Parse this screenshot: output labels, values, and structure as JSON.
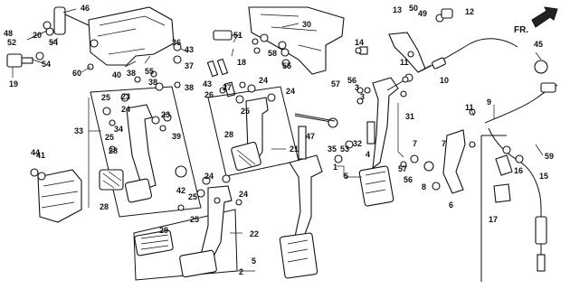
{
  "diagram": {
    "direction_label": "FR.",
    "callouts": {
      "c1": "1",
      "c2": "2",
      "c3": "3",
      "c3b": "3",
      "c4": "4",
      "c5": "5",
      "c5b": "5",
      "c6": "6",
      "c7": "7",
      "c7b": "7",
      "c8": "8",
      "c9": "9",
      "c10": "10",
      "c11": "11",
      "c11b": "11",
      "c12": "12",
      "c13": "13",
      "c14": "14",
      "c15": "15",
      "c16": "16",
      "c17": "17",
      "c18": "18",
      "c19": "19",
      "c20": "20",
      "c21": "21",
      "c22": "22",
      "c23": "23",
      "c23b": "23",
      "c24": "24",
      "c24b": "24",
      "c24c": "24",
      "c24d": "24",
      "c25": "25",
      "c25b": "25",
      "c25c": "25",
      "c25d": "25",
      "c25e": "25",
      "c26": "26",
      "c27": "27",
      "c28": "28",
      "c28b": "28",
      "c29": "29",
      "c30": "30",
      "c31": "31",
      "c32": "32",
      "c33": "33",
      "c34": "34",
      "c35": "35",
      "c36": "36",
      "c37": "37",
      "c38": "38",
      "c38b": "38",
      "c39": "39",
      "c40": "40",
      "c41": "41",
      "c42": "42",
      "c43": "43",
      "c43b": "43",
      "c44": "44",
      "c45": "45",
      "c46": "46",
      "c47": "47",
      "c48": "48",
      "c49": "49",
      "c50": "50",
      "c51": "51",
      "c52": "52",
      "c53": "53",
      "c54": "54",
      "c54b": "54",
      "c55": "55",
      "c55b": "55",
      "c56": "56",
      "c56b": "56",
      "c57": "57",
      "c57b": "57",
      "c58": "58",
      "c59": "59",
      "c60": "60"
    },
    "colors": {
      "line": "#111111",
      "background": "#ffffff"
    }
  }
}
